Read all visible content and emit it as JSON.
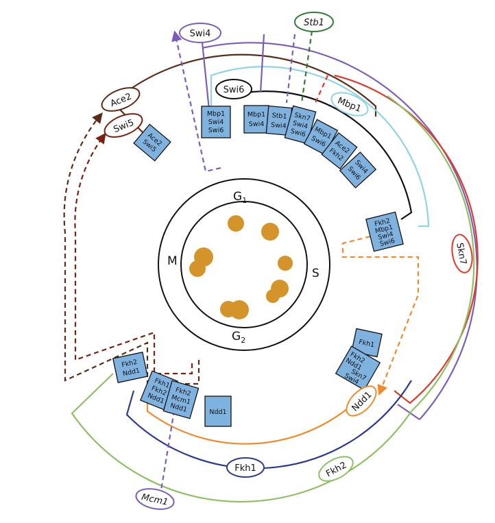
{
  "phases": {
    "g1": "G",
    "g1_sub": "1",
    "s": "S",
    "g2": "G",
    "g2_sub": "2",
    "m": "M"
  },
  "factors": {
    "swi4": "Swi4",
    "stb1": "Stb1",
    "ace2": "Ace2",
    "swi5": "Swi5",
    "swi6": "Swi6",
    "mbp1": "Mbp1",
    "skn7": "Skn7",
    "ndd1": "Ndd1",
    "fkh1": "Fkh1",
    "fkh2": "Fkh2",
    "mcm1": "Mcm1"
  },
  "colors": {
    "swi4": "#7b5cb8",
    "stb1": "#2e7d32",
    "ace2": "#5a2b16",
    "swi5": "#7b2010",
    "mbp1": "#8fd3e8",
    "skn7": "#e0392b",
    "ndd1": "#f08a2a",
    "fkh1": "#2b3a8f",
    "fkh2": "#8cc063",
    "mcm1": "#7b5cb8",
    "box_fill": "#7fb2de",
    "dots": "#d4942a"
  },
  "boxes": [
    {
      "id": "ace2-swi5",
      "lines": [
        "Ace2",
        "Swi5"
      ]
    },
    {
      "id": "mbp1-swi4-swi6",
      "lines": [
        "Mbp1",
        "Swi4",
        "Swi6"
      ]
    },
    {
      "id": "mbp1-swi4",
      "lines": [
        "Mbp1",
        "Swi4"
      ]
    },
    {
      "id": "stb1-swi4",
      "lines": [
        "Stb1",
        "Swi4"
      ]
    },
    {
      "id": "skn7-swi4-swi6",
      "lines": [
        "Skn7",
        "Swi4",
        "Swi6"
      ]
    },
    {
      "id": "mbp1-swi6",
      "lines": [
        "Mbp1",
        "Swi6"
      ]
    },
    {
      "id": "ace2-fkh2",
      "lines": [
        "Ace2",
        "Fkh2"
      ]
    },
    {
      "id": "swi4-swi6",
      "lines": [
        "Swi4",
        "Swi6"
      ]
    },
    {
      "id": "fkh2-mbp1-swi4-swi6",
      "lines": [
        "Fkh2",
        "Mbp1",
        "Swi4",
        "Swi6"
      ]
    },
    {
      "id": "fkh1",
      "lines": [
        "Fkh1"
      ]
    },
    {
      "id": "fkh2-ndd1-skn7-swi4",
      "lines": [
        "Fkh2",
        "Ndd1",
        "Skn7",
        "Swi4"
      ]
    },
    {
      "id": "fkh2-ndd1",
      "lines": [
        "Fkh2",
        "Ndd1"
      ]
    },
    {
      "id": "fkh1-fkh2-ndd1",
      "lines": [
        "Fkh1",
        "Fkh2",
        "Ndd1"
      ]
    },
    {
      "id": "fkh2-mcm1-ndd1",
      "lines": [
        "Fkh2",
        "Mcm1",
        "Ndd1"
      ]
    },
    {
      "id": "ndd1",
      "lines": [
        "Ndd1"
      ]
    }
  ]
}
